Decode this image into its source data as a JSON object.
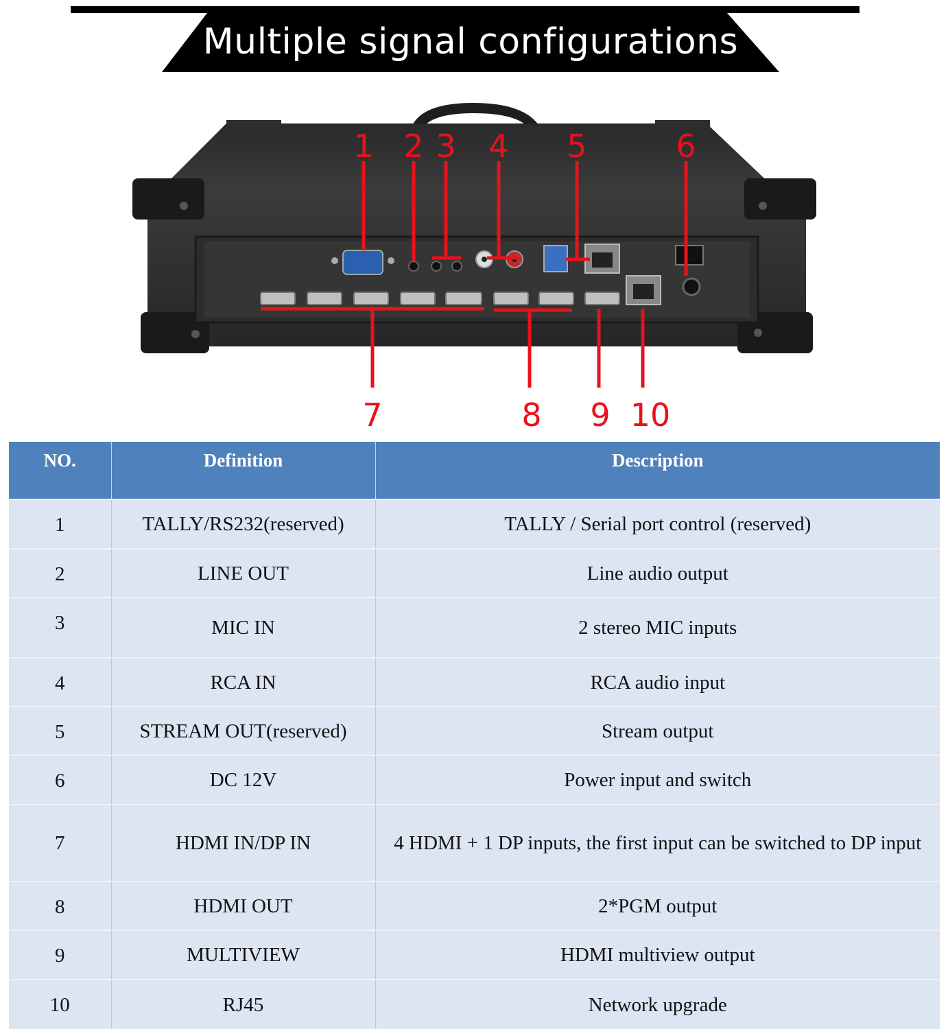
{
  "title": "Multiple signal configurations",
  "callouts": {
    "top": [
      "1",
      "2",
      "3",
      "4",
      "5",
      "6"
    ],
    "bottom": [
      "7",
      "8",
      "9",
      "10"
    ]
  },
  "colors": {
    "callout": "#e8121b",
    "header_bg": "#4f81bd",
    "row_bg": "#dce5f1"
  },
  "table": {
    "headers": [
      "NO.",
      "Definition",
      "Description"
    ],
    "rows": [
      {
        "no": "1",
        "definition": "TALLY/RS232(reserved)",
        "description": "TALLY / Serial port control (reserved)"
      },
      {
        "no": "2",
        "definition": "LINE OUT",
        "description": "Line audio output"
      },
      {
        "no": "3",
        "definition": "MIC IN",
        "description": "2 stereo MIC inputs"
      },
      {
        "no": "4",
        "definition": "RCA IN",
        "description": "RCA audio input"
      },
      {
        "no": "5",
        "definition": "STREAM OUT(reserved)",
        "description": "Stream output"
      },
      {
        "no": "6",
        "definition": "DC 12V",
        "description": "Power input and switch"
      },
      {
        "no": "7",
        "definition": "HDMI IN/DP IN",
        "description": "4 HDMI + 1 DP inputs, the first input can be switched to DP input"
      },
      {
        "no": "8",
        "definition": "HDMI OUT",
        "description": "2*PGM output"
      },
      {
        "no": "9",
        "definition": "MULTIVIEW",
        "description": "HDMI multiview output"
      },
      {
        "no": "10",
        "definition": "RJ45",
        "description": "Network upgrade"
      }
    ]
  }
}
